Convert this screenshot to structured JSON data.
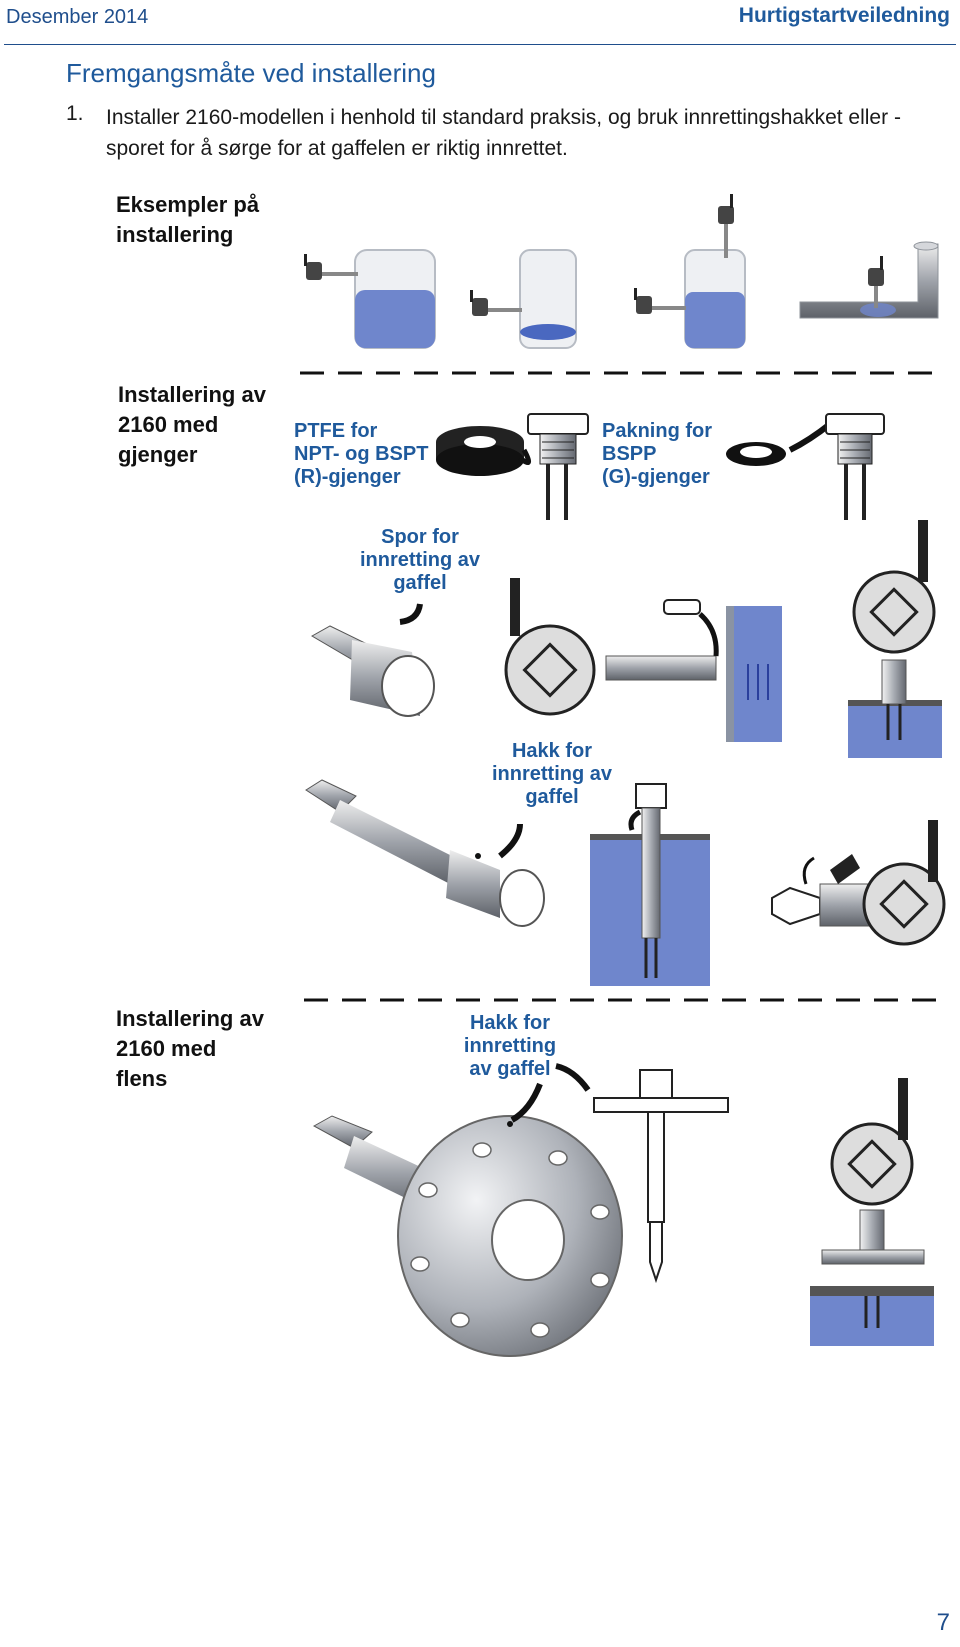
{
  "header": {
    "date": "Desember 2014",
    "doc_type": "Hurtigstartveiledning"
  },
  "section": {
    "title": "Fremgangsmåte ved installering"
  },
  "step": {
    "number": "1.",
    "text": "Installer 2160-modellen i henhold til standard praksis, og bruk innrettingshakket eller -sporet for å sørge for at gaffelen er riktig innrettet."
  },
  "labels": {
    "examples": "Eksempler på installering",
    "threaded_line1": "Installering av",
    "threaded_line2": "2160 med",
    "threaded_line3": "gjenger",
    "flanged_line1": "Installering av",
    "flanged_line2": "2160 med",
    "flanged_line3": "flens"
  },
  "callouts": {
    "ptfe_line1": "PTFE for",
    "ptfe_line2": "NPT- og BSPT",
    "ptfe_line3": "(R)-gjenger",
    "gasket_line1": "Pakning for",
    "gasket_line2": "BSPP",
    "gasket_line3": "(G)-gjenger",
    "groove_line1": "Spor for",
    "groove_line2": "innretting av",
    "groove_line3": "gaffel",
    "notch_line1": "Hakk for",
    "notch_line2": "innretting av",
    "notch_line3": "gaffel",
    "flange_notch_line1": "Hakk for",
    "flange_notch_line2": "innretting",
    "flange_notch_line3": "av gaffel"
  },
  "page": {
    "number": "7"
  },
  "colors": {
    "brand_blue": "#1f5a9c",
    "liquid": "#6f86cc",
    "metal": "#b9bcc2"
  }
}
